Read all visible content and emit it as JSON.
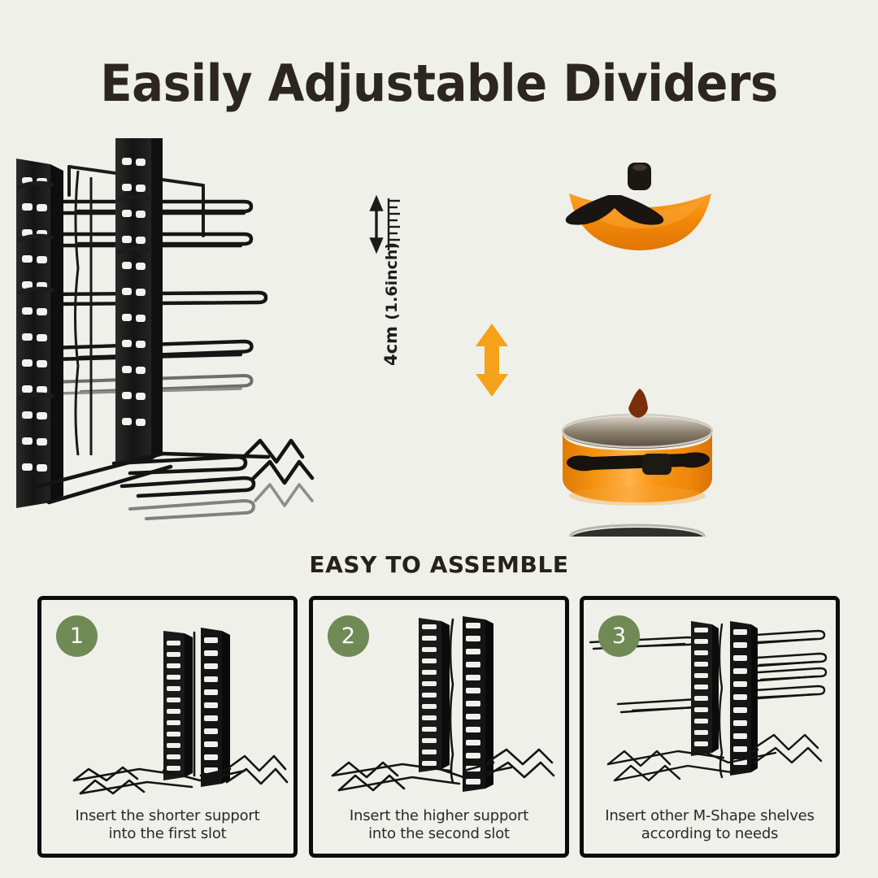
{
  "page": {
    "background_color": "#eef0e9",
    "title": "Easily Adjustable Dividers",
    "title_color": "#2c2521"
  },
  "hero": {
    "measurement": {
      "value": "4cm",
      "secondary": "(1.6inch)",
      "arrow_icon": "double-arrow-vertical-icon",
      "ruler_icon": "ruler-scale-icon"
    },
    "adjust_arrow_icon": "orange-up-down-arrow-icon",
    "adjust_arrow_color": "#f5a21a",
    "rack": {
      "name": "pan-organizer-rack",
      "post_color": "#1b1b1b",
      "wire_color": "#161616",
      "shelf_count": 5,
      "slot_rows": 12
    },
    "cookware": [
      {
        "name": "pot-lid",
        "label": "Orange pot lid with black knob",
        "body_color": "#f28a0c",
        "handle_color": "#1d1a17"
      },
      {
        "name": "sauce-pot",
        "label": "Orange pot with glass lid",
        "body_color": "#f59312",
        "handle_color": "#19160f"
      },
      {
        "name": "stock-pot",
        "label": "Tall orange stock pot",
        "body_color": "#f79317",
        "rim_color": "#2c2c2c"
      }
    ]
  },
  "assemble": {
    "heading": "EASY TO ASSEMBLE",
    "badge_color": "#6f8a55",
    "border_color": "#0c0c0c",
    "steps": [
      {
        "number": "1",
        "caption_line1": "Insert the shorter support",
        "caption_line2": "into the first slot",
        "art": "single-short-post-illustration"
      },
      {
        "number": "2",
        "caption_line1": "Insert the higher support",
        "caption_line2": "into the second slot",
        "art": "two-posts-illustration"
      },
      {
        "number": "3",
        "caption_line1": "Insert other M-Shape shelves",
        "caption_line2": "according to needs",
        "art": "posts-with-shelves-illustration"
      }
    ]
  }
}
